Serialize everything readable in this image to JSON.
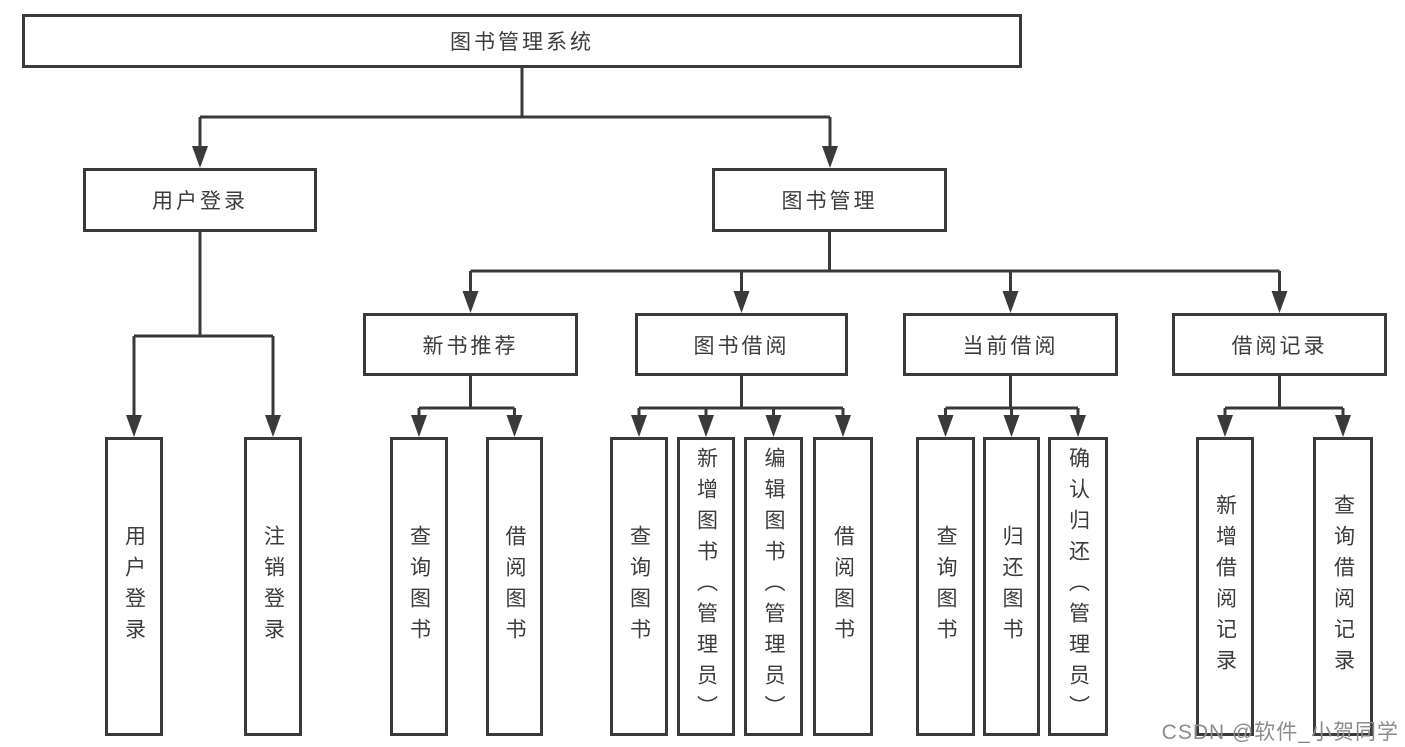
{
  "tree": {
    "root": {
      "label": "图书管理系统"
    },
    "branches": [
      {
        "label": "用户登录",
        "children": [
          {
            "label": "用户登录"
          },
          {
            "label": "注销登录"
          }
        ]
      },
      {
        "label": "图书管理",
        "children": [
          {
            "label": "新书推荐",
            "children": [
              {
                "label": "查询图书"
              },
              {
                "label": "借阅图书"
              }
            ]
          },
          {
            "label": "图书借阅",
            "children": [
              {
                "label": "查询图书"
              },
              {
                "label": "新增图书（管理员）"
              },
              {
                "label": "编辑图书（管理员）"
              },
              {
                "label": "借阅图书"
              }
            ]
          },
          {
            "label": "当前借阅",
            "children": [
              {
                "label": "查询图书"
              },
              {
                "label": "归还图书"
              },
              {
                "label": "确认归还（管理员）"
              }
            ]
          },
          {
            "label": "借阅记录",
            "children": [
              {
                "label": "新增借阅记录"
              },
              {
                "label": "查询借阅记录"
              }
            ]
          }
        ]
      }
    ]
  },
  "watermark": {
    "text": "CSDN @软件_小贺同学"
  },
  "colors": {
    "line": "#3a3a3a",
    "text": "#3c3c3c",
    "box_background": "#ffffff",
    "watermark": "#8c8c8c"
  }
}
